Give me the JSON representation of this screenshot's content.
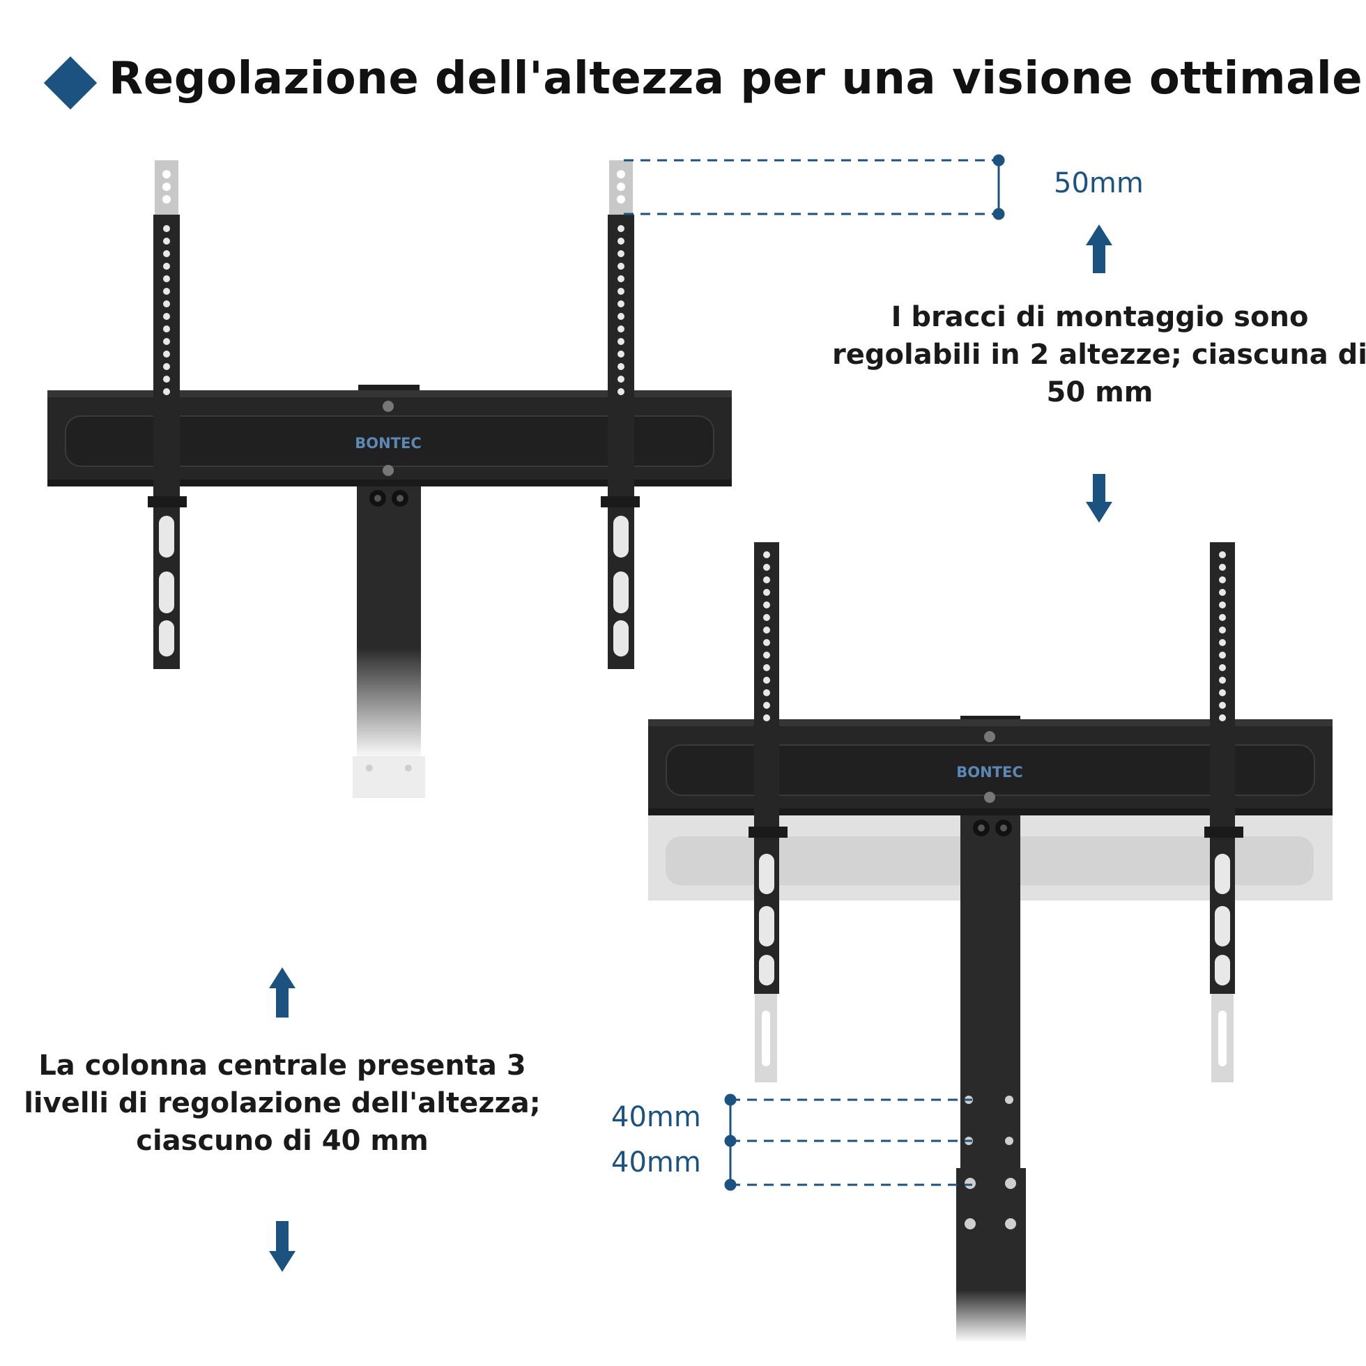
{
  "title": "Regolazione dell'altezza per una visione ottimale",
  "brand": "BONTEC",
  "arms_adjust": {
    "dimension_label": "50mm",
    "caption_lines": [
      "I bracci di montaggio sono",
      "regolabili in 2 altezze; ciascuna di",
      "50 mm"
    ]
  },
  "column_adjust": {
    "dimension_labels": [
      "40mm",
      "40mm"
    ],
    "caption_lines": [
      "La colonna centrale presenta 3",
      "livelli di regolazione dell'altezza;",
      "ciascuno di 40 mm"
    ]
  },
  "colors": {
    "accent": "#1c527f",
    "metal": "#2a2a2a",
    "ghost": "#d4d4d4"
  }
}
